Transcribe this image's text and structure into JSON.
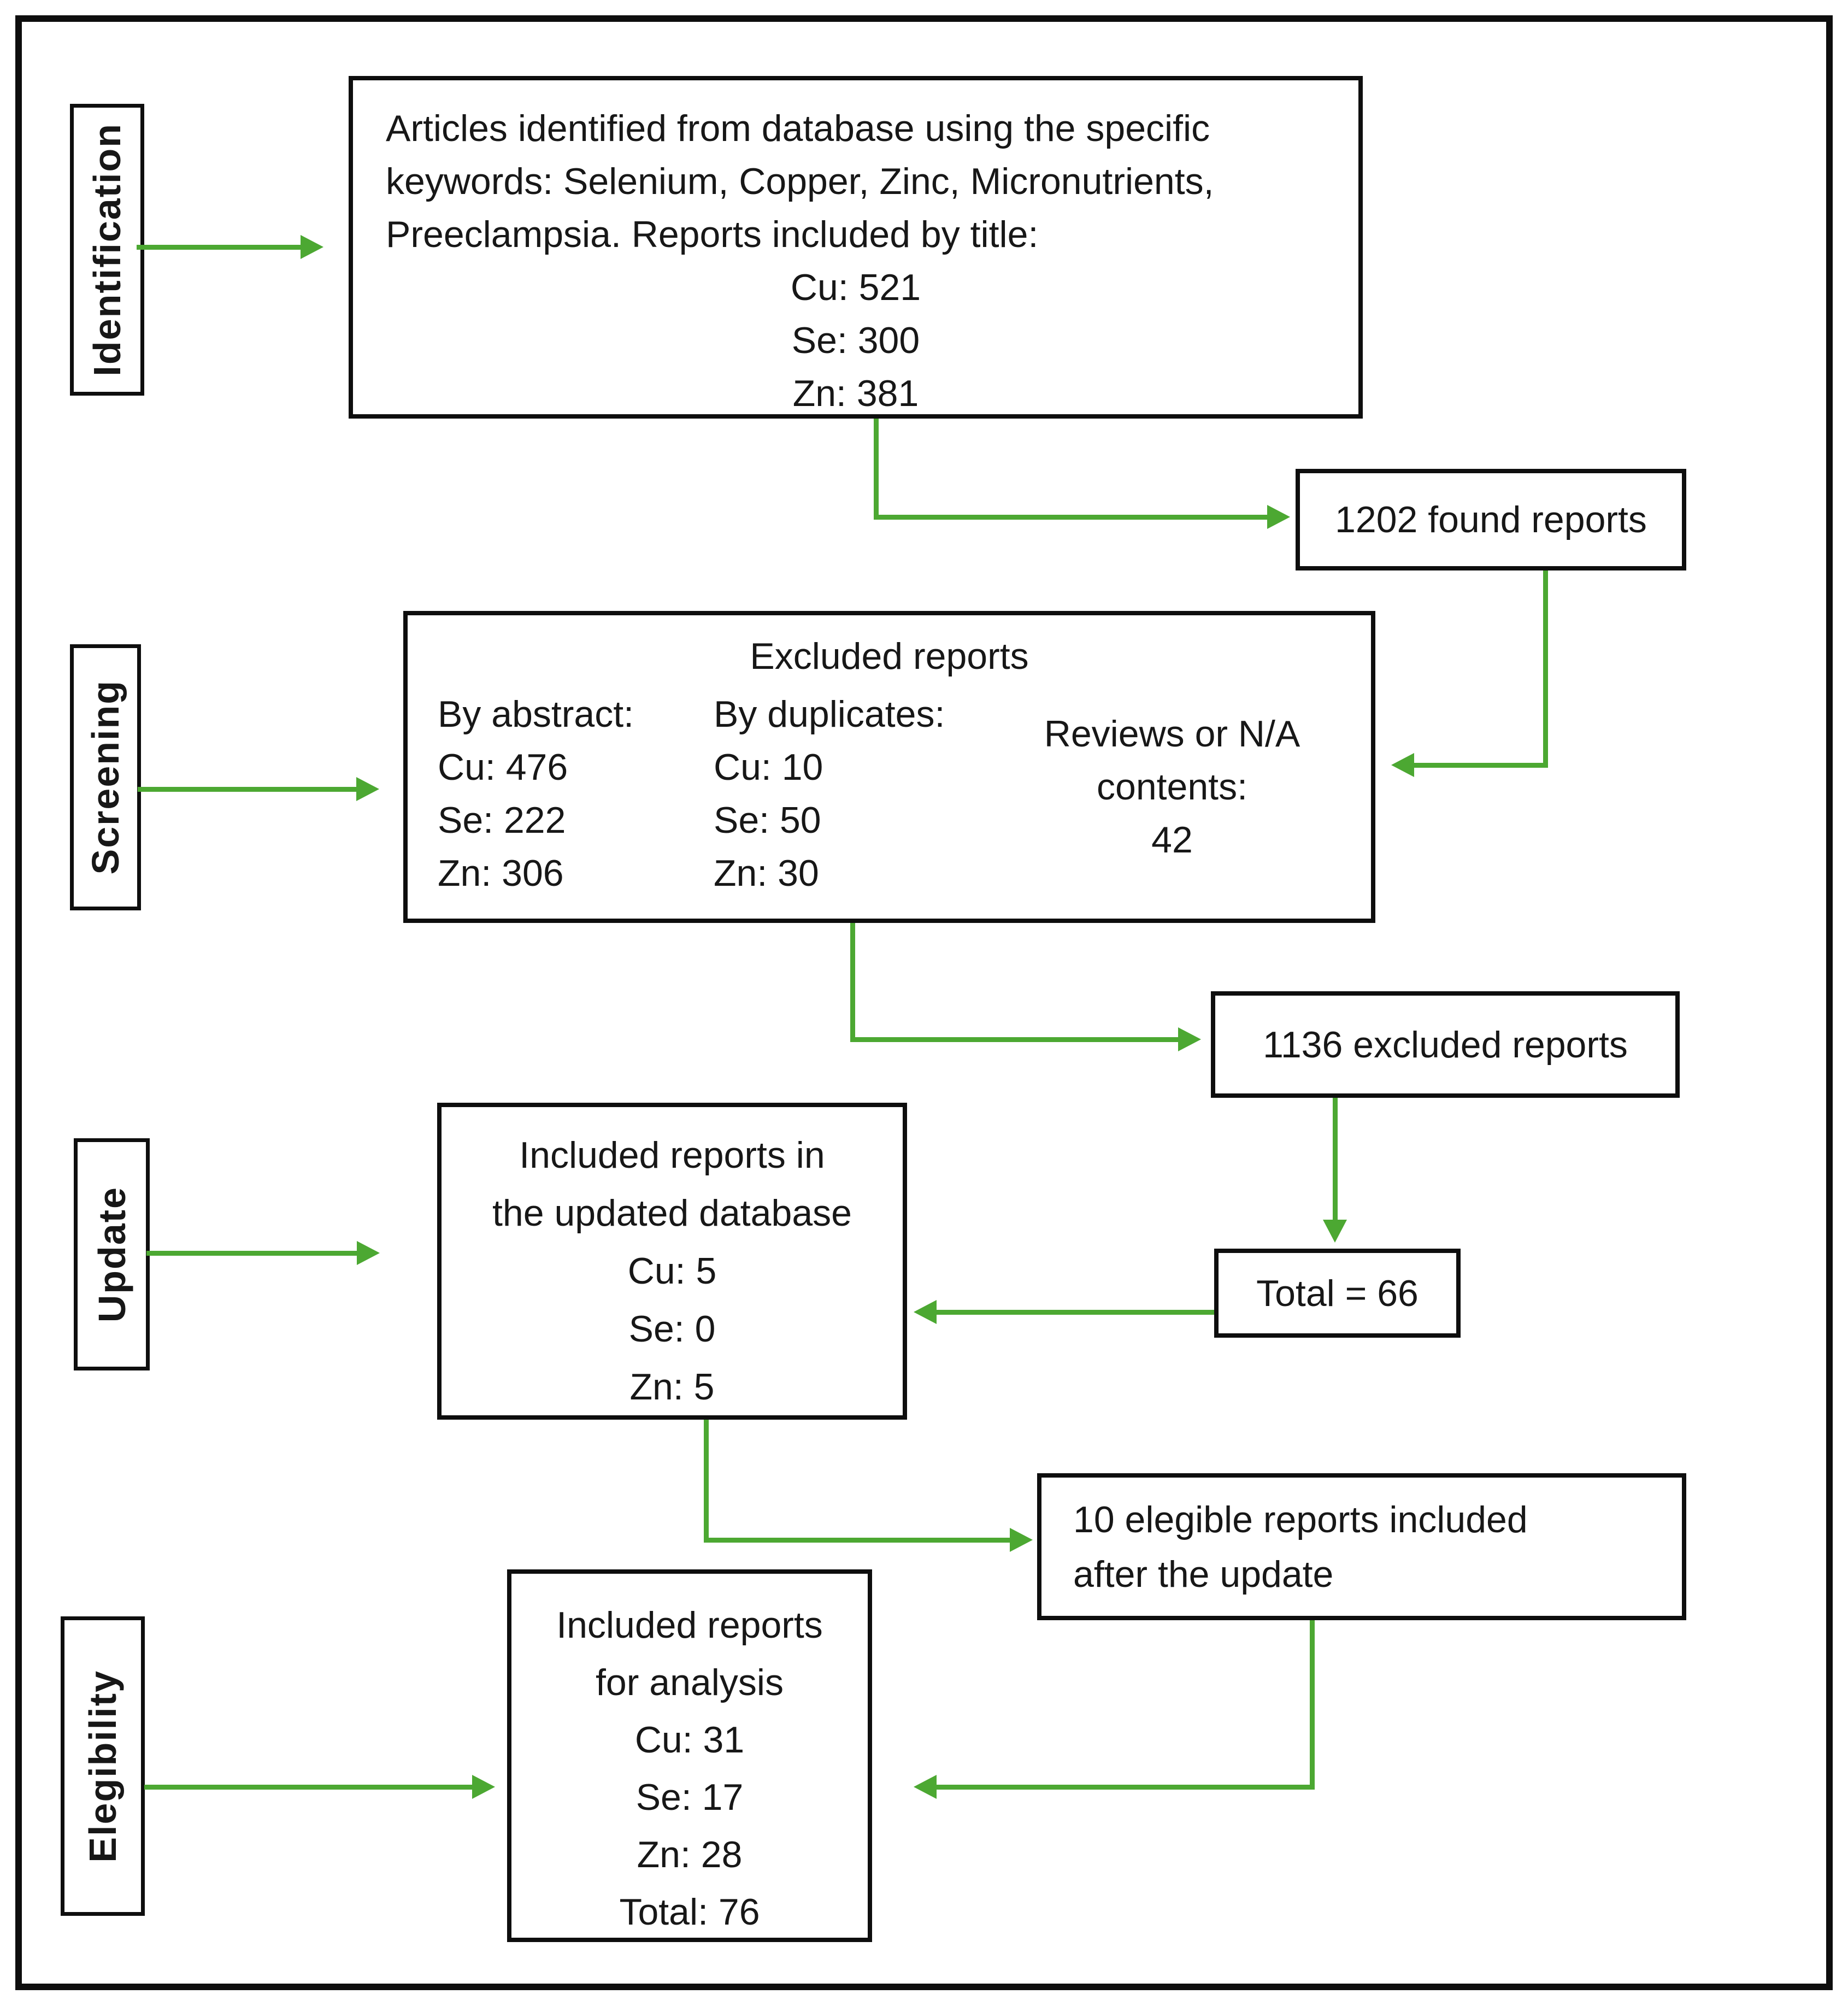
{
  "colors": {
    "arrow_green": "#4ca832",
    "border_black": "#0e0e0e",
    "background": "#ffffff"
  },
  "stages": {
    "identification": {
      "label": "Identification"
    },
    "screening": {
      "label": "Screening"
    },
    "update": {
      "label": "Update"
    },
    "elegibility": {
      "label": "Elegibility"
    }
  },
  "boxes": {
    "identified": {
      "line1": "Articles identified from database using the specific",
      "line2": "keywords: Selenium, Copper, Zinc, Micronutrients,",
      "line3": "Preeclampsia. Reports included by title:",
      "counts": [
        "Cu: 521",
        "Se: 300",
        "Zn: 381"
      ]
    },
    "found": {
      "text": "1202 found reports"
    },
    "excluded": {
      "title": "Excluded reports",
      "by_abstract": {
        "heading": "By abstract:",
        "counts": [
          "Cu: 476",
          "Se: 222",
          "Zn: 306"
        ]
      },
      "by_duplicates": {
        "heading": "By duplicates:",
        "counts": [
          "Cu: 10",
          "Se: 50",
          "Zn: 30"
        ]
      },
      "reviews": {
        "line1": "Reviews or N/A",
        "line2": "contents:",
        "line3": "42"
      }
    },
    "excluded_total": {
      "text": "1136 excluded reports"
    },
    "updated_db": {
      "line1": "Included reports in",
      "line2": "the updated database",
      "counts": [
        "Cu: 5",
        "Se: 0",
        "Zn: 5"
      ]
    },
    "total": {
      "text": "Total = 66"
    },
    "elegible_after_update": {
      "line1": "10 elegible reports included",
      "line2": "after the update"
    },
    "analysis": {
      "line1": "Included reports",
      "line2": "for analysis",
      "counts": [
        "Cu: 31",
        "Se: 17",
        "Zn: 28",
        "Total: 76"
      ]
    }
  }
}
